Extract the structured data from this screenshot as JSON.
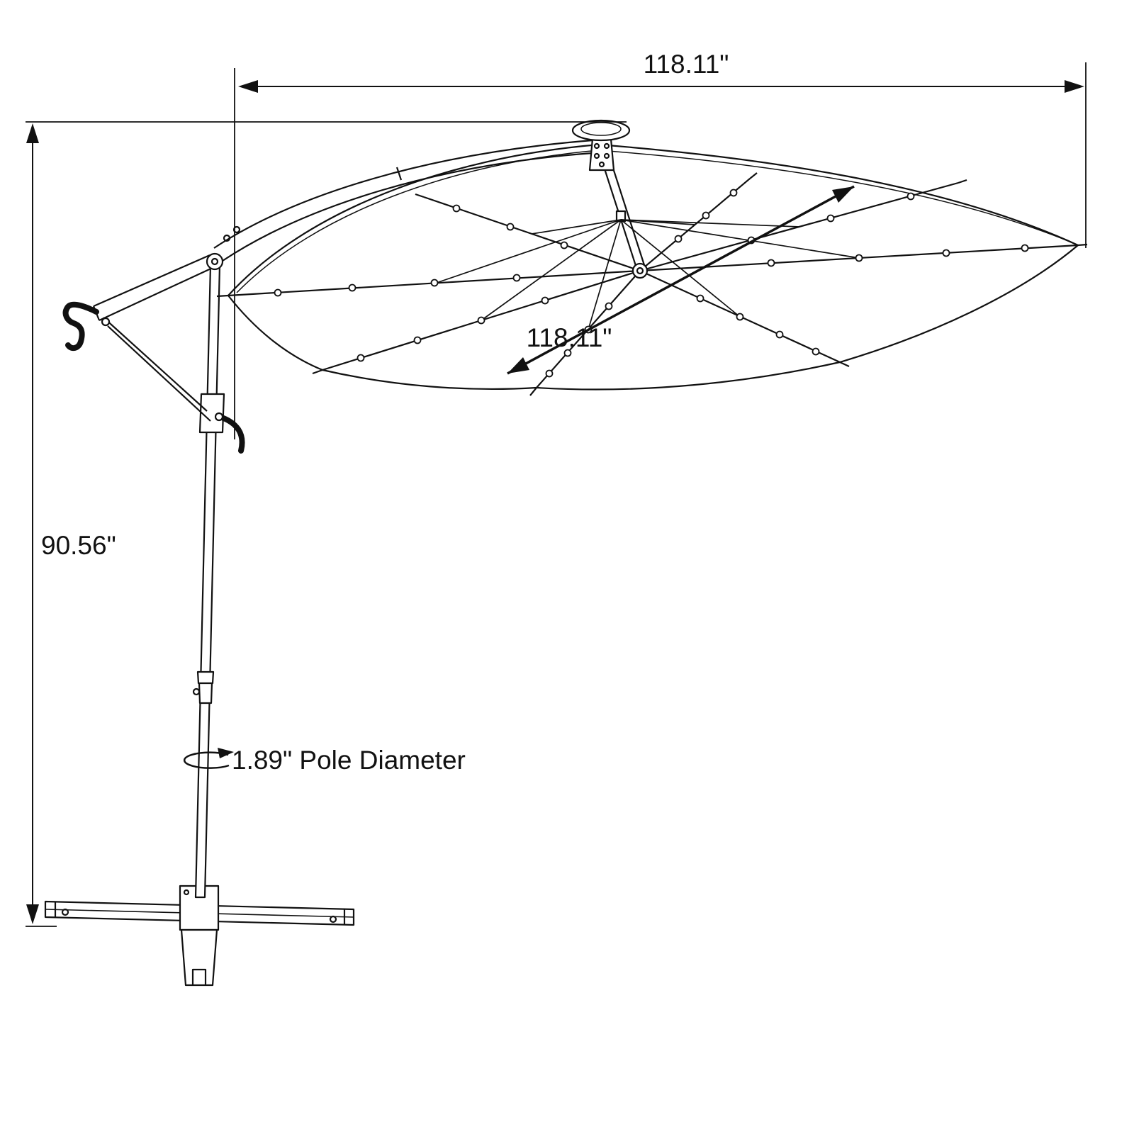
{
  "canvas": {
    "background": "#ffffff",
    "line_color": "#111111"
  },
  "labels": {
    "canopy_width": "118.11\"",
    "canopy_diameter": "118.11\"",
    "overall_height": "90.56\"",
    "pole_diameter": "1.89\" Pole Diameter"
  }
}
